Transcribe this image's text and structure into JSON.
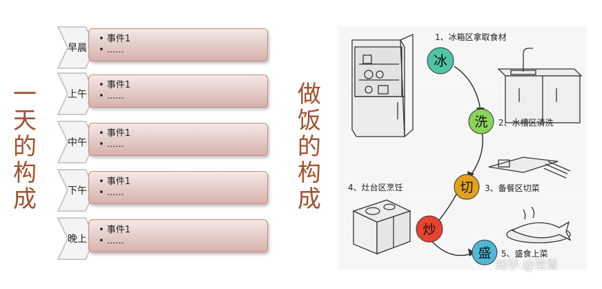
{
  "left_title": [
    "一",
    "天",
    "的",
    "构",
    "成"
  ],
  "right_title": [
    "做",
    "饭",
    "的",
    "构",
    "成"
  ],
  "timeline": [
    {
      "period": "早晨",
      "line1": "• 事件1",
      "line2": "• ......"
    },
    {
      "period": "上午",
      "line1": "• 事件1",
      "line2": "• ......"
    },
    {
      "period": "中午",
      "line1": "• 事件1",
      "line2": "• ......"
    },
    {
      "period": "下午",
      "line1": "• 事件1",
      "line2": "• ......"
    },
    {
      "period": "晚上",
      "line1": "• 事件1",
      "line2": "• ......"
    }
  ],
  "steps": [
    {
      "glyph": "冰",
      "label": "1、冰箱区拿取食材",
      "color": "#4fc3a8"
    },
    {
      "glyph": "洗",
      "label": "2、水槽区清洗",
      "color": "#8bd45a"
    },
    {
      "glyph": "切",
      "label": "3、备餐区切菜",
      "color": "#e3a21a"
    },
    {
      "glyph": "炒",
      "label": "4、灶台区烹饪",
      "color": "#e8432e"
    },
    {
      "glyph": "盛",
      "label": "5、盛食上菜",
      "color": "#4fb7d8"
    }
  ],
  "watermark": "知乎 @常青"
}
